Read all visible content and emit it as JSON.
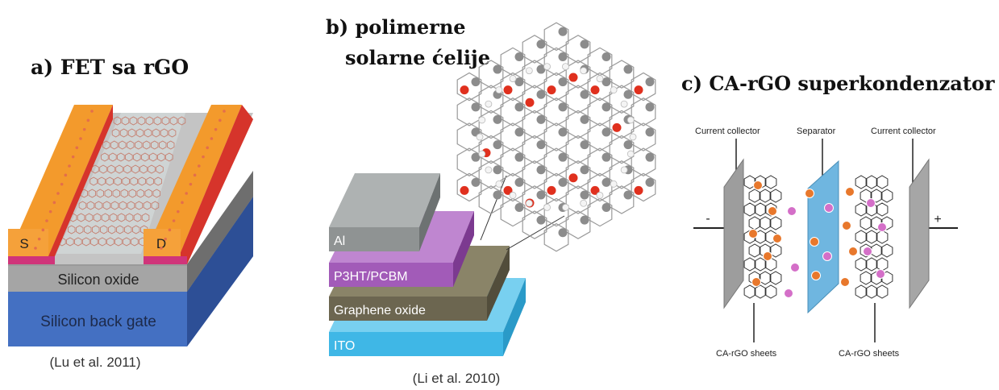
{
  "panel_a": {
    "title": "a)   FET sa rGO",
    "source_label": "S",
    "drain_label": "D",
    "oxide_label": "Silicon oxide",
    "gate_label": "Silicon back gate",
    "citation": "(Lu et al. 2011)"
  },
  "panel_b": {
    "title_line1": "b)     polimerne",
    "title_line2": "solarne ćelije",
    "layers": [
      "Al",
      "P3HT/PCBM",
      "Graphene oxide",
      "ITO"
    ],
    "citation": "(Li et al. 2010)"
  },
  "panel_c": {
    "title": "c) CA-rGO superkondenzator",
    "current_collector_left": "Current collector",
    "separator": "Separator",
    "current_collector_right": "Current collector",
    "minus_sign": "-",
    "plus_sign": "+",
    "sheets_left": "CA-rGO sheets",
    "sheets_right": "CA-rGO  sheets"
  },
  "colors": {
    "electrode_orange": "#f39a2c",
    "oxide_gray": "#9a9a9a",
    "gate_blue": "#3f66b8",
    "al_gray": "#8f9393",
    "p3ht_purple": "#a25bb8",
    "go_olive": "#6c6650",
    "ito_cyan": "#3fb7e6",
    "separator_blue": "#6fb6e0",
    "ion_orange": "#e8782c",
    "ion_pink": "#d46fc8",
    "carbon_gray": "#8c8c8c",
    "oxygen_red": "#e0301e"
  }
}
